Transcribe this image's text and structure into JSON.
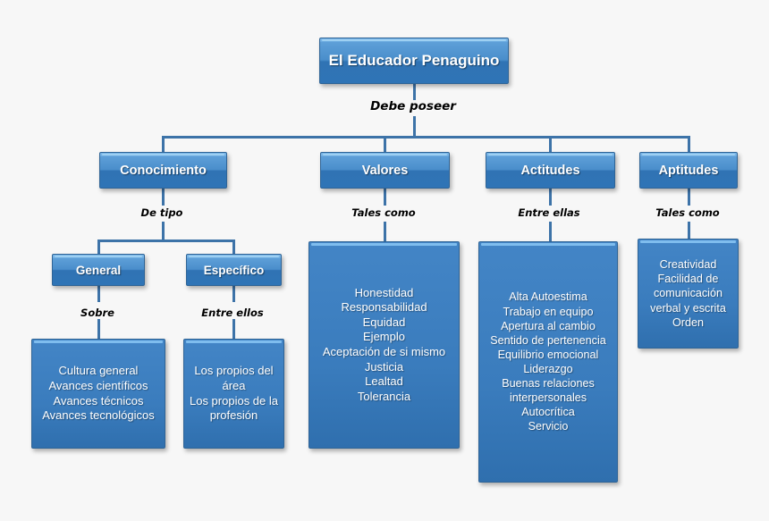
{
  "diagram": {
    "title": "El Educador Penaguino",
    "background_color": "#f7f7f7",
    "node_color": "#3d7fc0",
    "line_color": "#3d73a8",
    "text_color": "#ffffff",
    "label_color": "#000000"
  },
  "root": {
    "label": "El Educador Penaguino"
  },
  "edge_labels": {
    "root_to_level1": "Debe poseer",
    "conocimiento": "De tipo",
    "valores": "Tales como",
    "actitudes": "Entre ellas",
    "aptitudes": "Tales como",
    "general": "Sobre",
    "especifico": "Entre ellos"
  },
  "level1": [
    {
      "label": "Conocimiento"
    },
    {
      "label": "Valores"
    },
    {
      "label": "Actitudes"
    },
    {
      "label": "Aptitudes"
    }
  ],
  "level2": [
    {
      "label": "General"
    },
    {
      "label": "Específico"
    }
  ],
  "lists": {
    "general": [
      "Cultura general",
      "Avances científicos",
      "Avances técnicos",
      "Avances tecnológicos"
    ],
    "especifico": [
      "Los propios del área",
      "Los propios de la profesión"
    ],
    "valores": [
      "Honestidad",
      "Responsabilidad",
      "Equidad",
      "Ejemplo",
      "Aceptación de si mismo",
      "Justicia",
      "Lealtad",
      "Tolerancia"
    ],
    "actitudes": [
      "Alta Autoestima",
      "Trabajo en equipo",
      "Apertura al cambio",
      "Sentido de pertenencia",
      "Equilibrio emocional",
      "Liderazgo",
      "Buenas relaciones interpersonales",
      "Autocrítica",
      "Servicio"
    ],
    "aptitudes": [
      "Creatividad",
      "Facilidad de comunicación verbal y escrita",
      "Orden"
    ]
  }
}
